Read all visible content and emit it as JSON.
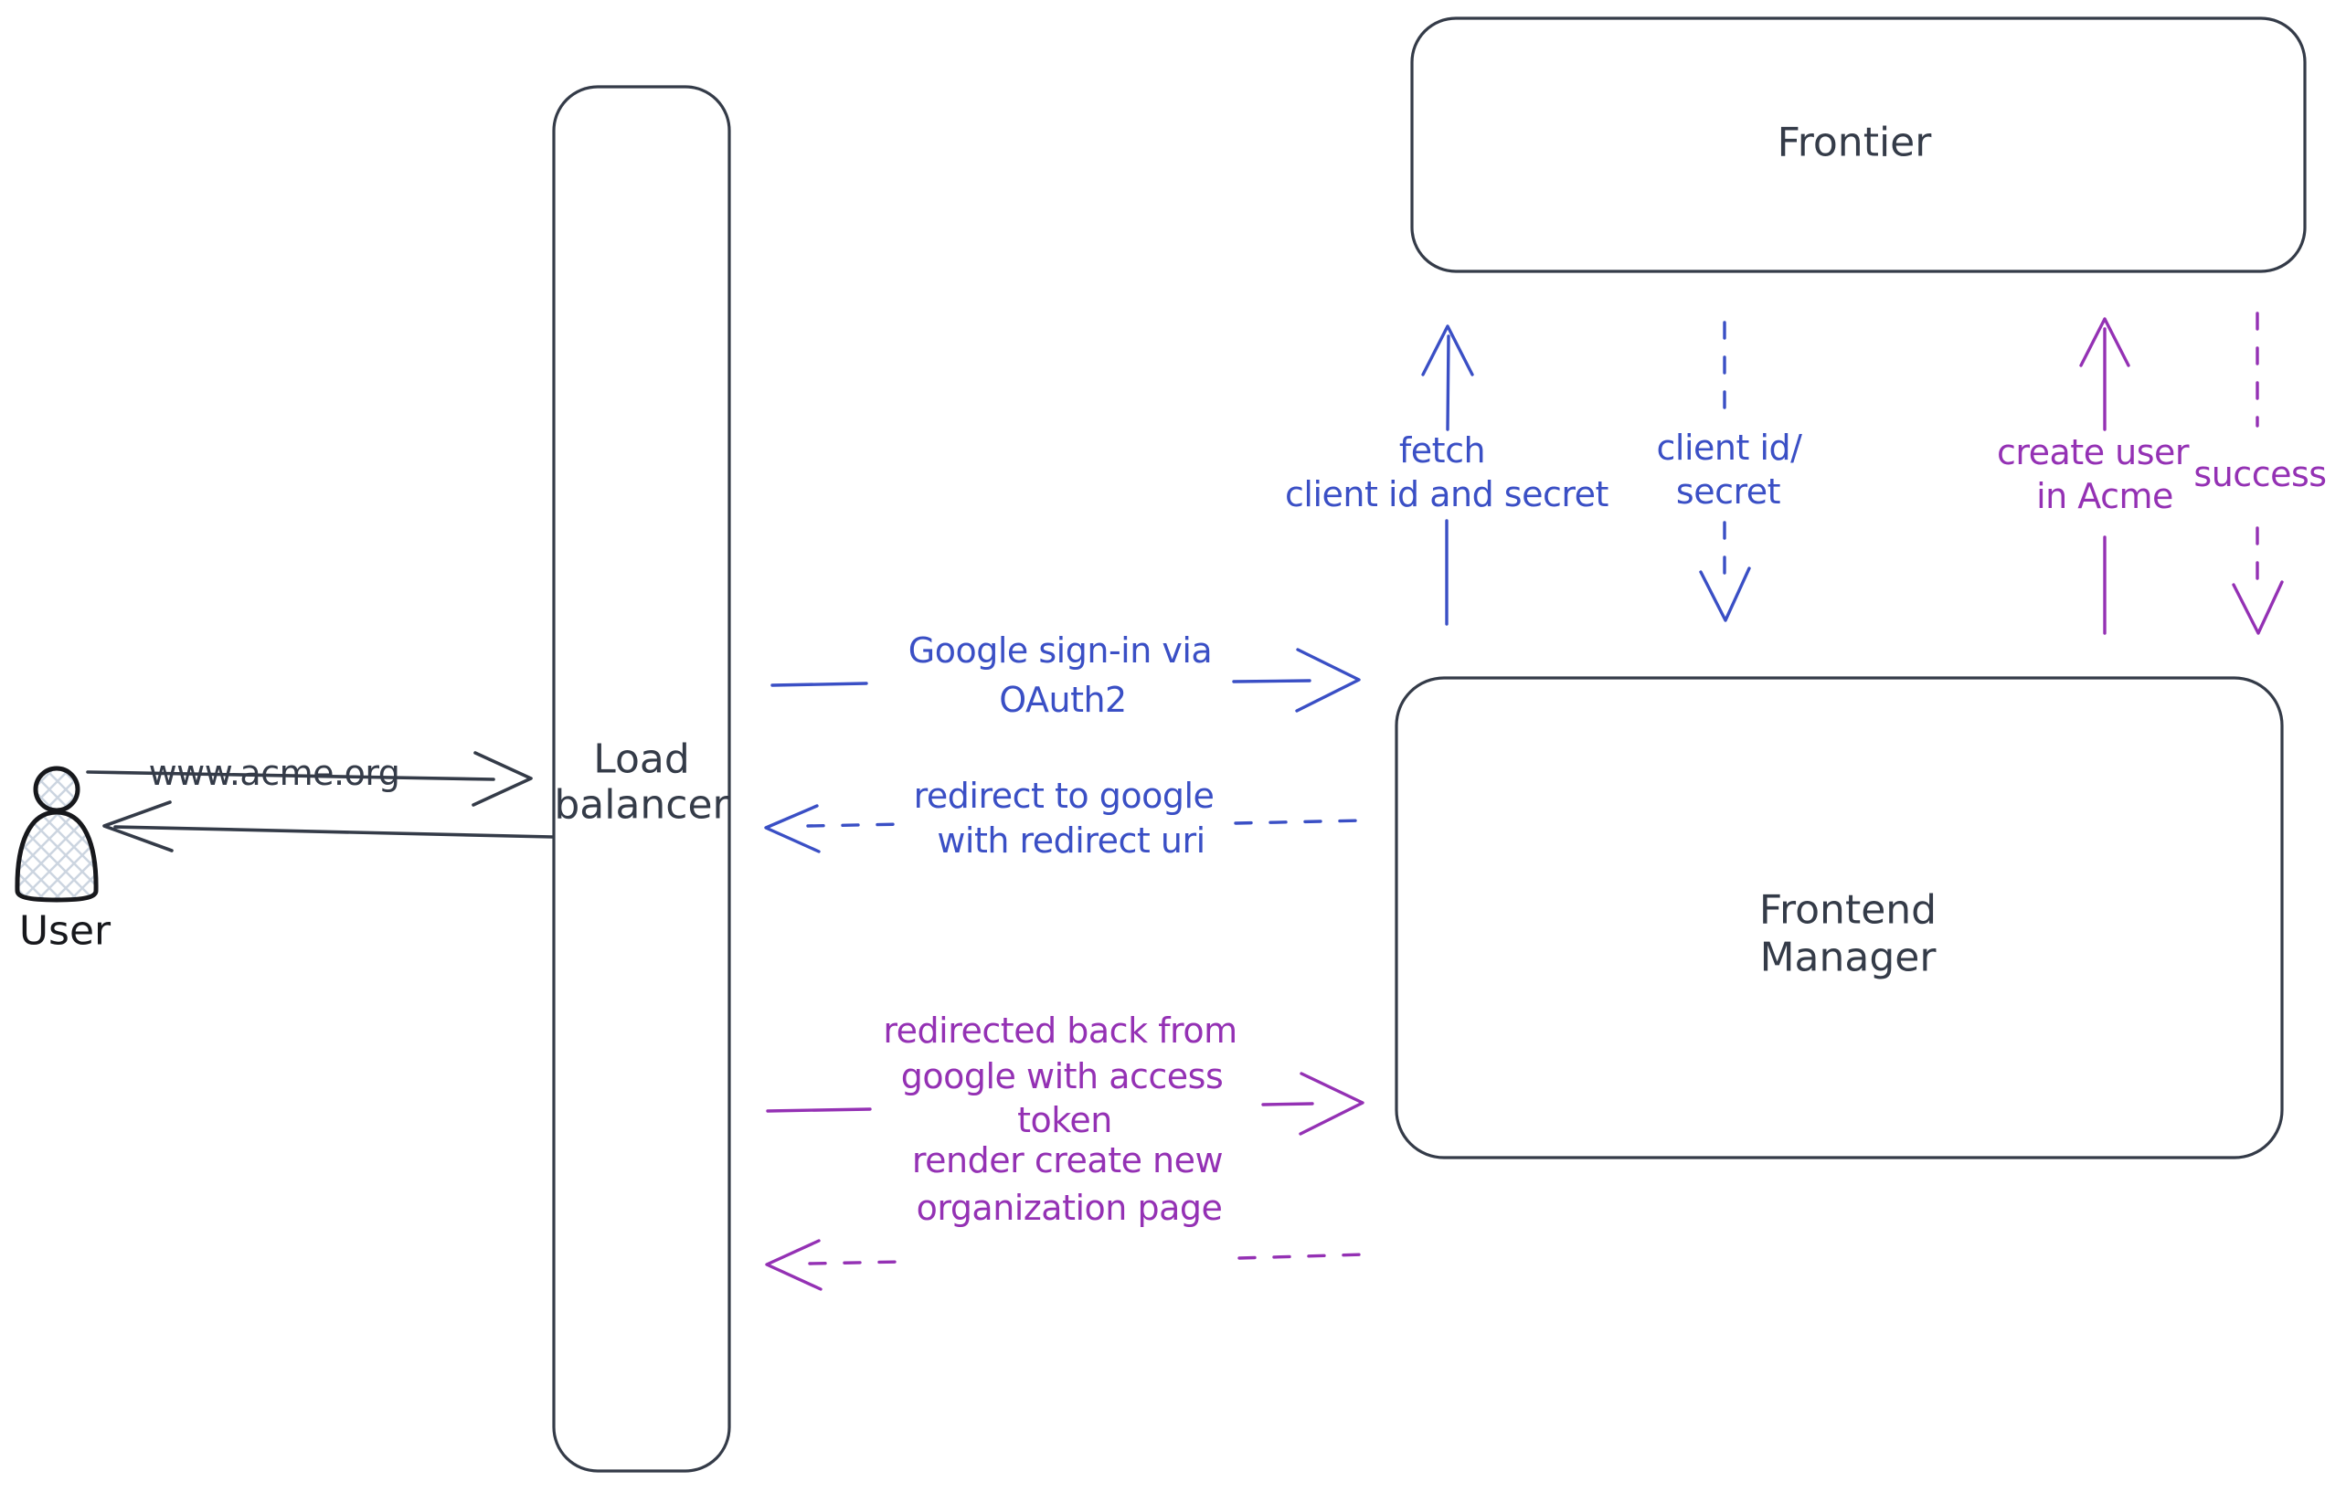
{
  "colors": {
    "dark": "#343b48",
    "blue": "#3a4fc5",
    "purple": "#9431b4",
    "user_ink": "#17181c",
    "hatch": "#ccd5e0",
    "background": "#ffffff"
  },
  "nodes": {
    "user": {
      "label": "User"
    },
    "load_balancer": {
      "lines": [
        "Load",
        "balancer"
      ]
    },
    "frontier": {
      "label": "Frontier"
    },
    "frontend_manager": {
      "lines": [
        "Frontend",
        "Manager"
      ]
    }
  },
  "edges": {
    "www_acme": {
      "label": "www.acme.org",
      "from": "User",
      "to": "Load balancer",
      "style": "solid",
      "color": "dark"
    },
    "lb_to_user": {
      "label": "",
      "from": "Load balancer",
      "to": "User",
      "style": "solid",
      "color": "dark"
    },
    "google_signin": {
      "lines": [
        "Google sign-in via",
        "OAuth2"
      ],
      "from": "Load balancer",
      "to": "Frontend Manager",
      "style": "solid",
      "color": "blue"
    },
    "redirect_google": {
      "lines": [
        "redirect to google",
        "with redirect uri"
      ],
      "from": "Frontend Manager",
      "to": "Load balancer",
      "style": "dashed",
      "color": "blue"
    },
    "fetch_secret": {
      "lines": [
        "fetch",
        "client id and secret"
      ],
      "from": "Frontend Manager",
      "to": "Frontier",
      "style": "solid",
      "color": "blue"
    },
    "client_secret": {
      "lines": [
        "client id/",
        "secret"
      ],
      "from": "Frontier",
      "to": "Frontend Manager",
      "style": "dashed",
      "color": "blue"
    },
    "create_user": {
      "lines": [
        "create user",
        "in Acme"
      ],
      "from": "Frontend Manager",
      "to": "Frontier",
      "style": "solid",
      "color": "purple"
    },
    "success": {
      "label": "success",
      "from": "Frontier",
      "to": "Frontend Manager",
      "style": "dashed",
      "color": "purple"
    },
    "redirected_back": {
      "lines": [
        "redirected back from",
        "google with access",
        "token"
      ],
      "from": "Load balancer",
      "to": "Frontend Manager",
      "style": "solid",
      "color": "purple"
    },
    "render_page": {
      "lines": [
        "render create new",
        "organization page"
      ],
      "from": "Frontend Manager",
      "to": "Load balancer",
      "style": "dashed",
      "color": "purple"
    }
  }
}
